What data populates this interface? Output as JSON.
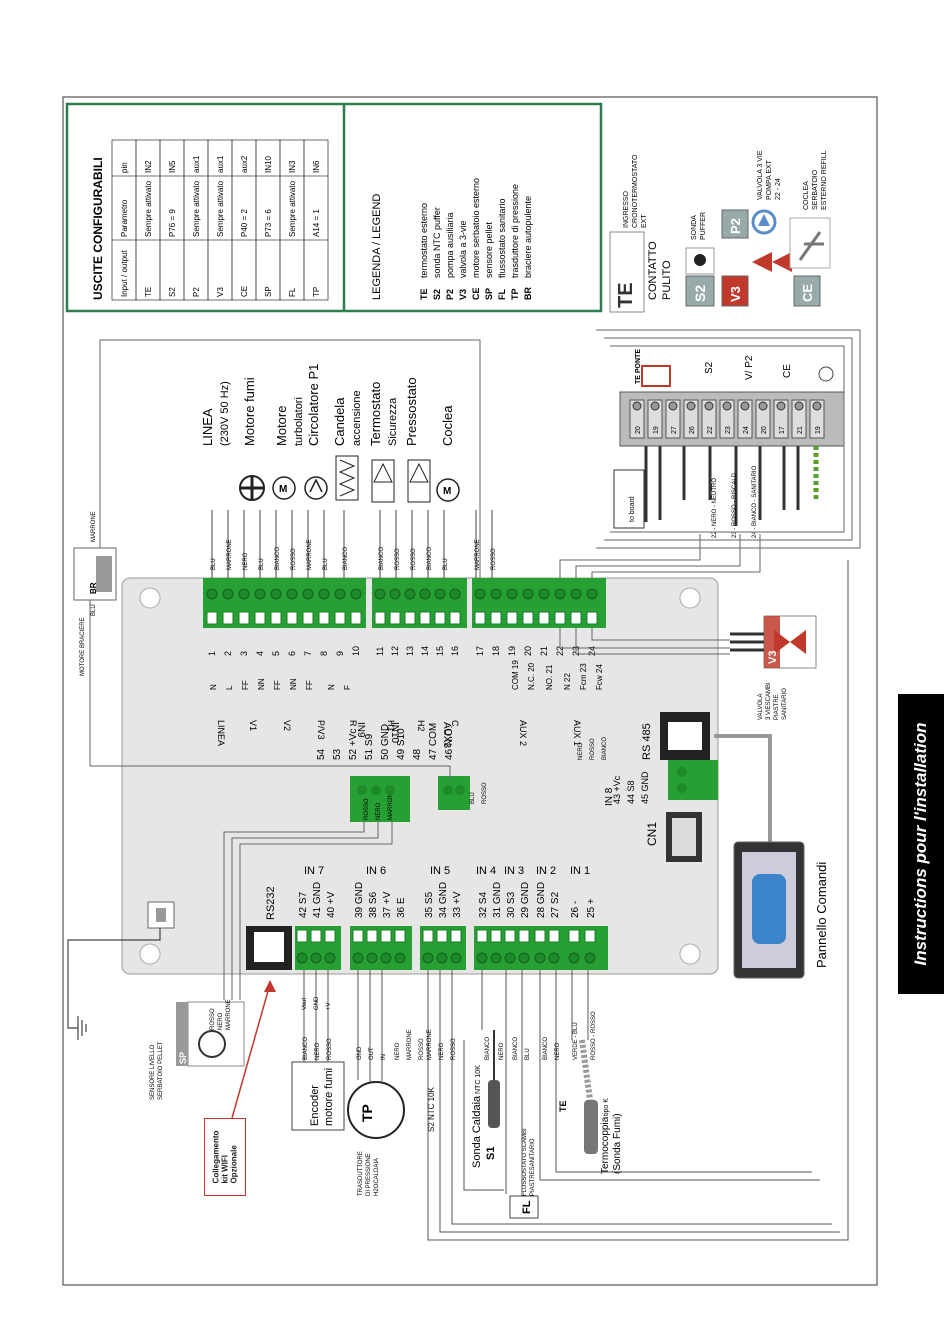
{
  "side_tab": {
    "title": "Instructions pour l'installation"
  },
  "uscite": {
    "title": "USCITE CONFIGURABILI",
    "headers": [
      "Input / output",
      "Parametro",
      "pin"
    ],
    "rows": [
      [
        "TE",
        "Sempre attivato",
        "IN2"
      ],
      [
        "S2",
        "P76 = 9",
        "IN5"
      ],
      [
        "P2",
        "Sempre attivato",
        "aux1"
      ],
      [
        "V3",
        "Sempre attivato",
        "aux1"
      ],
      [
        "CE",
        "P40 = 2",
        "aux2"
      ],
      [
        "SP",
        "P73 = 6",
        "IN10"
      ],
      [
        "FL",
        "Sempre attivato",
        "IN3"
      ],
      [
        "TP",
        "A14 = 1",
        "IN6"
      ]
    ]
  },
  "legenda": {
    "title": "LEGENDA / LEGEND",
    "items": [
      [
        "TE",
        "termostato esterno"
      ],
      [
        "S2",
        "sonda NTC puffer"
      ],
      [
        "P2",
        "pompa ausiliaria"
      ],
      [
        "V3",
        "valvola a 3-vie"
      ],
      [
        "CE",
        "motore serbatoio esterno"
      ],
      [
        "SP",
        "sensore pellet"
      ],
      [
        "FL",
        "flussostato sanitario"
      ],
      [
        "TP",
        "trasduttore di pressione"
      ],
      [
        "BR",
        "braciere autopulente"
      ]
    ]
  },
  "icons_panel": {
    "te_letter": "TE",
    "te_text1": "CONTATTO",
    "te_text2": "PULITO",
    "te_desc1": "INGRESSO",
    "te_desc2": "CRONOTERMOSTATO",
    "te_desc3": "EXT",
    "s2_letter": "S2",
    "s2_desc1": "SONDA",
    "s2_desc2": "PUFFER",
    "v3_letter": "V3",
    "v3_desc1": "VALVOLA 3 VIE",
    "p2_letter": "P2",
    "p2_desc1": "POMPA EXT",
    "p2_desc2": "22 - 24",
    "ce_letter": "CE",
    "ce_desc1": "COCLEA",
    "ce_desc2": "SERBATOIO",
    "ce_desc3": "ESTERNO REFILL"
  },
  "right_loads": [
    {
      "label": "LINEA",
      "sub": "(230V 50 Hz)"
    },
    {
      "label": "Motore fumi"
    },
    {
      "label": "Motore",
      "sub": "turbolatori"
    },
    {
      "label": "Circolatore P1"
    },
    {
      "label": "Candela",
      "sub": "accensione"
    },
    {
      "label": "Termostato",
      "sub": "Sicurezza"
    },
    {
      "label": "Pressostato"
    },
    {
      "label": "Coclea"
    }
  ],
  "load_wires": [
    "BLU",
    "MARRONE",
    "NERO",
    "BLU",
    "BIANCO",
    "ROSSO",
    "MARRONE",
    "BLU",
    "BIANCO",
    "BIANCO",
    "ROSSO",
    "ROSSO",
    "BIANCO",
    "BLU",
    "MARRONE",
    "ROSSO"
  ],
  "top_terms": [
    "1",
    "2",
    "3",
    "4",
    "5",
    "6",
    "7",
    "8",
    "9",
    "10",
    "11",
    "12",
    "13",
    "14",
    "15",
    "16",
    "17",
    "18",
    "19",
    "20",
    "21",
    "22",
    "23",
    "24"
  ],
  "top_terms_names": [
    "LINEA",
    "V1",
    "V2",
    "P/V3",
    "R",
    "H1",
    "H2",
    "C",
    "AUX 2",
    "AUX 1"
  ],
  "top_terms_sigs": [
    "N",
    "L",
    "FF",
    "NN",
    "FF",
    "NN",
    "FF",
    "N",
    "F",
    "COM 19",
    "N.C. 20",
    "NO. 21",
    "N 22",
    "Fcm 23",
    "Fcw 24"
  ],
  "mid_terms": [
    [
      "54",
      ""
    ],
    [
      "53",
      ""
    ],
    [
      "52",
      "+Vc"
    ],
    [
      "51",
      "S9"
    ],
    [
      "50",
      "GND"
    ],
    [
      "49",
      "S10"
    ],
    [
      "48",
      ""
    ],
    [
      "47",
      "COM"
    ],
    [
      "46",
      "N.O."
    ]
  ],
  "mid_groups": [
    "IN9",
    "IN10",
    "AUX3"
  ],
  "in8_terms": [
    "43 +Vc",
    "44 S8",
    "45 GND"
  ],
  "in8_label": "IN 8",
  "rs485_label": "RS 485",
  "rs485_wires": [
    "NERO",
    "ROSSO",
    "BIANCO"
  ],
  "cn1_label": "CN1",
  "panel_label": "Pannello Comandi",
  "rs232_label": "RS232",
  "in_groups": [
    {
      "name": "IN 7",
      "terms": [
        "42 S7",
        "41 GND",
        "40 +V"
      ]
    },
    {
      "name": "IN 6",
      "terms": [
        "39 GND",
        "38 S6",
        "37 +V",
        "36 E"
      ]
    },
    {
      "name": "IN 5",
      "terms": [
        "35 S5",
        "34 GND",
        "33 +V"
      ]
    },
    {
      "name": "IN 4",
      "terms": [
        "32 S4",
        "31 GND"
      ]
    },
    {
      "name": "IN 3",
      "terms": [
        "30 S3",
        "29 GND"
      ]
    },
    {
      "name": "IN 2",
      "terms": [
        "28 GND",
        "27 S2"
      ]
    },
    {
      "name": "IN 1",
      "terms": [
        "26 -",
        "25 +"
      ]
    }
  ],
  "bottom_wire_labels": [
    "BIANCO",
    "NERO",
    "ROSSO",
    "GND",
    "OUT",
    "IN",
    "NERO",
    "MARRONE",
    "ROSSO",
    "MARRONE",
    "NERO",
    "ROSSO",
    "BIANCO",
    "NERO",
    "BIANCO",
    "BLU",
    "BIANCO",
    "NERO",
    "VERDE - BLU",
    "ROSSO - ROSSO"
  ],
  "encoder_label1": "Encoder",
  "encoder_label2": "motore fumi",
  "encoder_wires": [
    "BIANCO",
    "NERO",
    "ROSSO"
  ],
  "encoder_pins": [
    "Vout",
    "GND",
    "+V"
  ],
  "tp_letter": "TP",
  "tp_desc1": "TRASDUTTORE",
  "tp_desc2": "DI PRESSIONE",
  "tp_desc3": "H2OCALDAIA",
  "s1_text1": "Sonda Caldaia",
  "s1_text2": "NTC 10K",
  "s1_letter": "S1",
  "s2ntc_text": "S2  NTC 10K",
  "fl_letter": "FL",
  "fl_text1": "FLUSSOSTATO SCAMBI",
  "fl_text2": "PIASTRESANITARIO",
  "te_bottom": "TE",
  "termo_text1": "Termocoppia",
  "termo_text2": "tipo K",
  "termo_text3": "(Sonda Fumi)",
  "sp_letter": "SP",
  "sp_desc1": "SENSORE LIVELLO",
  "sp_desc2": "SERBATOIO PELLET",
  "sp_wires": [
    "ROSSO",
    "NERO",
    "MARRONE"
  ],
  "wifi_text": [
    "Collegamento",
    "kit WIFI",
    "Opzionale"
  ],
  "motore_bracere": "MOTORE BRACIERE",
  "br_label": "BR",
  "br_wires": [
    "BLU",
    "MARRONE"
  ],
  "in10_wires": [
    "ROSSO",
    "NERO",
    "MARRONE"
  ],
  "aux3_wires": [
    "BLU",
    "ROSSO"
  ],
  "v3_valve_desc": [
    "VALVOLA",
    "3 VIESCAMBI",
    "PIASTRE",
    "SANITARIO"
  ],
  "term_block_nums": [
    "20",
    "19",
    "27",
    "26",
    "22",
    "23",
    "24",
    "20",
    "17",
    "21",
    "19"
  ],
  "term_block_labels": [
    "TE PONTE",
    "S2",
    "V/ P2",
    "CE"
  ],
  "to_board": "to board",
  "wire_tags": [
    "22 - NERO - NEUTRO",
    "23 - ROSSO - RISCALD",
    "24 - BIANCO - SANITARIO"
  ],
  "colors": {
    "green": "#27a033",
    "frame_green": "#2e7d4f",
    "red": "#c0392b"
  }
}
